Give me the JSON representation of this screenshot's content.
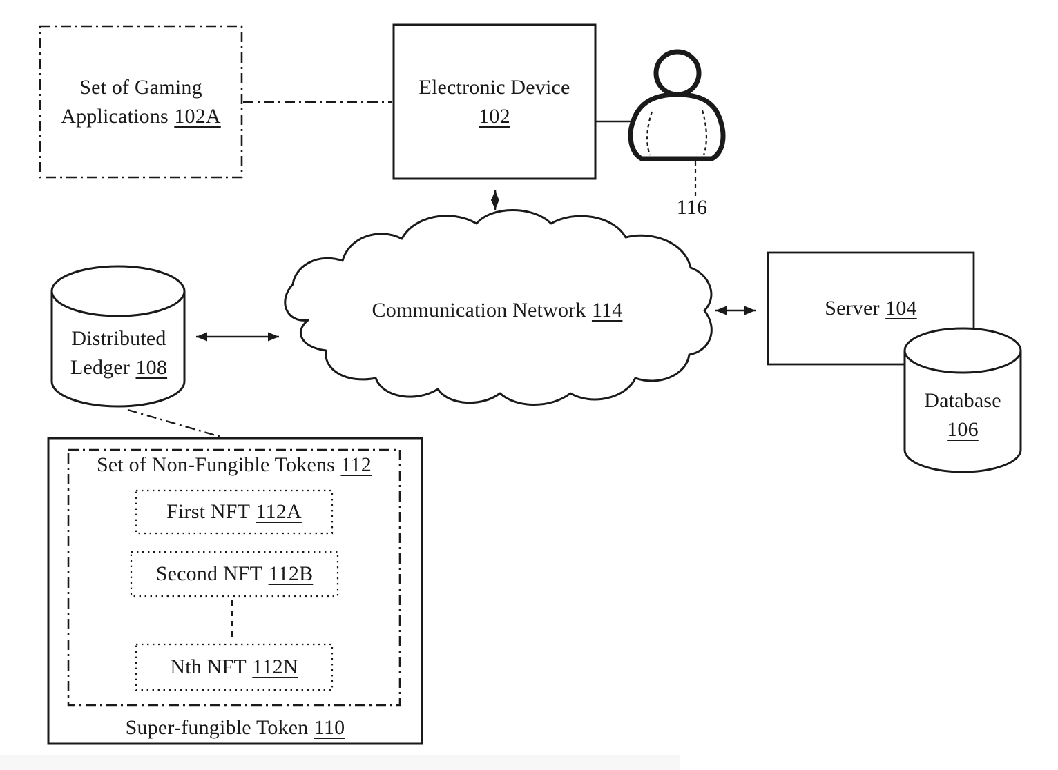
{
  "figure": {
    "type": "patent-system-diagram",
    "ink_color": "#1a1a1a",
    "background_color": "#ffffff",
    "nodes": {
      "gaming_apps": {
        "label": "Set of Gaming Applications",
        "ref": "102A"
      },
      "electronic_device": {
        "label": "Electronic Device",
        "ref": "102"
      },
      "user": {
        "ref": "116"
      },
      "communication_network": {
        "label": "Communication Network",
        "ref": "114"
      },
      "server": {
        "label": "Server",
        "ref": "104"
      },
      "database": {
        "label": "Database",
        "ref": "106"
      },
      "distributed_ledger": {
        "label": "Distributed Ledger",
        "ref": "108"
      },
      "super_fungible_token": {
        "label": "Super-fungible Token",
        "ref": "110"
      },
      "nft_set": {
        "label": "Set of Non-Fungible Tokens",
        "ref": "112"
      },
      "first_nft": {
        "label": "First NFT",
        "ref": "112A"
      },
      "second_nft": {
        "label": "Second NFT",
        "ref": "112B"
      },
      "nth_nft": {
        "label": "Nth NFT",
        "ref": "112N"
      }
    },
    "edges": [
      {
        "from": "gaming_apps",
        "to": "electronic_device",
        "style": "dash-dot",
        "arrows": "none"
      },
      {
        "from": "electronic_device",
        "to": "user",
        "style": "solid",
        "arrows": "none"
      },
      {
        "from": "electronic_device",
        "to": "communication_network",
        "style": "solid",
        "arrows": "both"
      },
      {
        "from": "distributed_ledger",
        "to": "communication_network",
        "style": "solid",
        "arrows": "both"
      },
      {
        "from": "communication_network",
        "to": "server",
        "style": "solid",
        "arrows": "both"
      },
      {
        "from": "distributed_ledger",
        "to": "super_fungible_token",
        "style": "dash-dot",
        "arrows": "none"
      },
      {
        "from": "second_nft",
        "to": "nth_nft",
        "style": "dashed",
        "arrows": "none"
      }
    ]
  }
}
